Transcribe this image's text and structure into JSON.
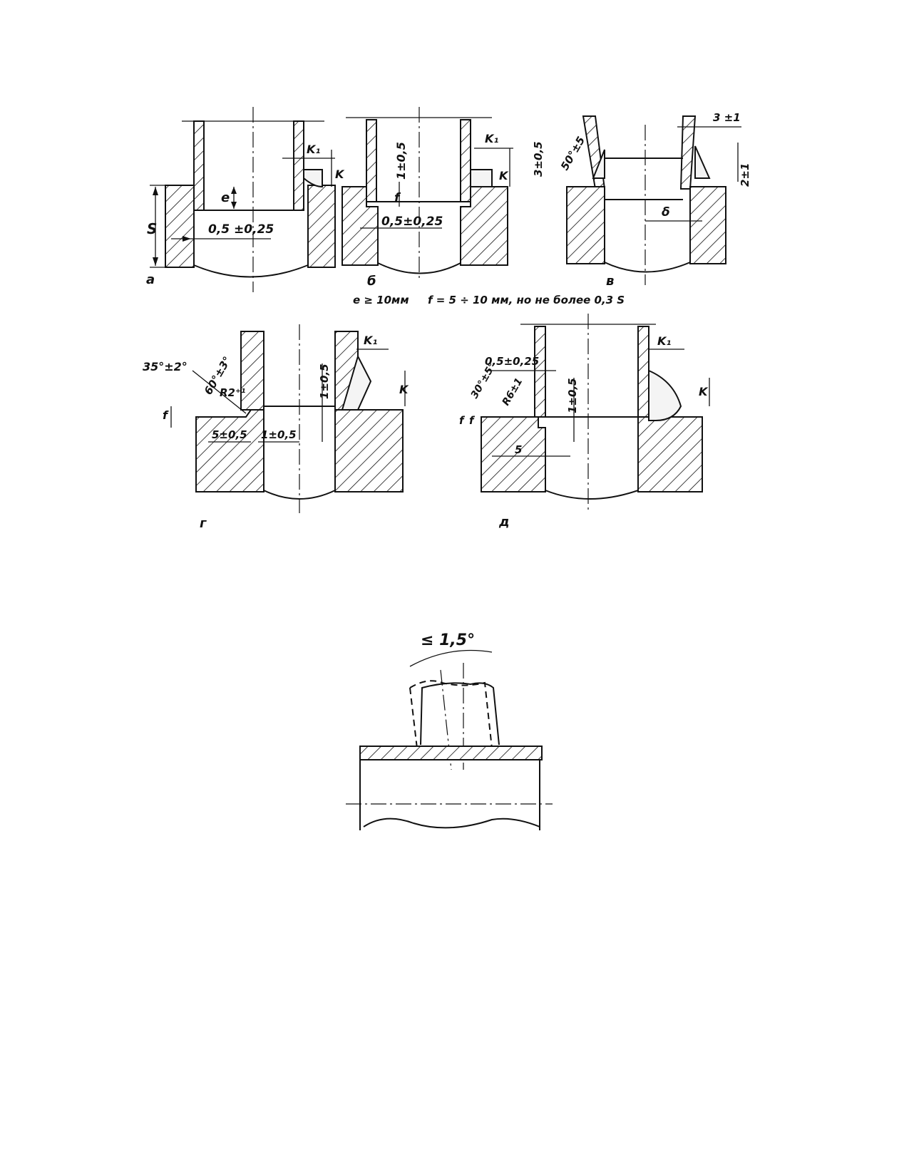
{
  "figure_a": {
    "label": "а",
    "dims": {
      "S": "S",
      "e": "e",
      "K1": "K₁",
      "K": "K",
      "gap": "0,5 ±0,25"
    }
  },
  "figure_b": {
    "label": "б",
    "dims": {
      "f": "f",
      "land": "1±0,5",
      "K1": "K₁",
      "K": "K",
      "gap": "0,5±0,25"
    }
  },
  "figure_v": {
    "label": "в",
    "dims": {
      "height": "3±0,5",
      "angle": "50°±5",
      "gap": "δ",
      "top": "3 ±1",
      "side": "2±1"
    }
  },
  "condition_note": {
    "e_rule": "e ≥ 10мм",
    "f_rule": "f = 5 ÷ 10 мм, но не более 0,3 S"
  },
  "figure_g": {
    "label": "г",
    "dims": {
      "angle1": "35°±2°",
      "angle2": "60°±3°",
      "radius": "R2⁺¹",
      "f": "f",
      "depth": "5±0,5",
      "gap_h": "1±0,5",
      "gap_v": "1±0,5",
      "K1": "K₁",
      "K": "K"
    }
  },
  "figure_d": {
    "label": "д",
    "dims": {
      "gap": "0,5±0,25",
      "angle": "30°±5°",
      "radius": "R6±1",
      "f": "f",
      "f2": "f",
      "land": "1±0,5",
      "depth": "5",
      "K1": "K₁",
      "K": "K"
    }
  },
  "tilt_figure": {
    "angle_label": "≤ 1,5°"
  }
}
